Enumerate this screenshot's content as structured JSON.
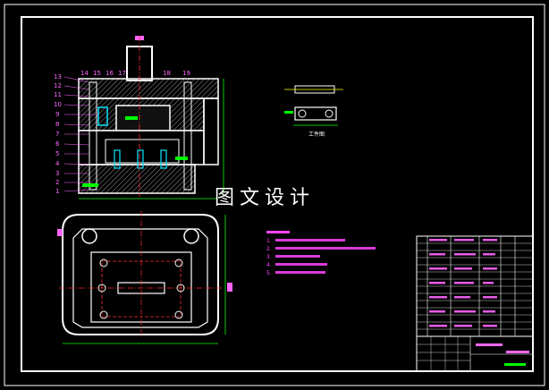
{
  "watermark": "图文设计",
  "part_caption": "工件图",
  "left_callouts": [
    "13",
    "12",
    "11",
    "10",
    "9",
    "8",
    "7",
    "6",
    "5",
    "4",
    "3",
    "2",
    "1"
  ],
  "top_callouts": [
    "14",
    "15",
    "16",
    "17",
    "18",
    "19"
  ],
  "notes_numbers": [
    "1.",
    "2.",
    "3.",
    "4.",
    "5."
  ],
  "colors": {
    "outline": "#ffffff",
    "dimension": "#00ff00",
    "callout": "#ff66ff",
    "hatch": "#888888",
    "cyan": "#00e5ff",
    "yellow": "#ffff00",
    "red": "#ff3030"
  }
}
